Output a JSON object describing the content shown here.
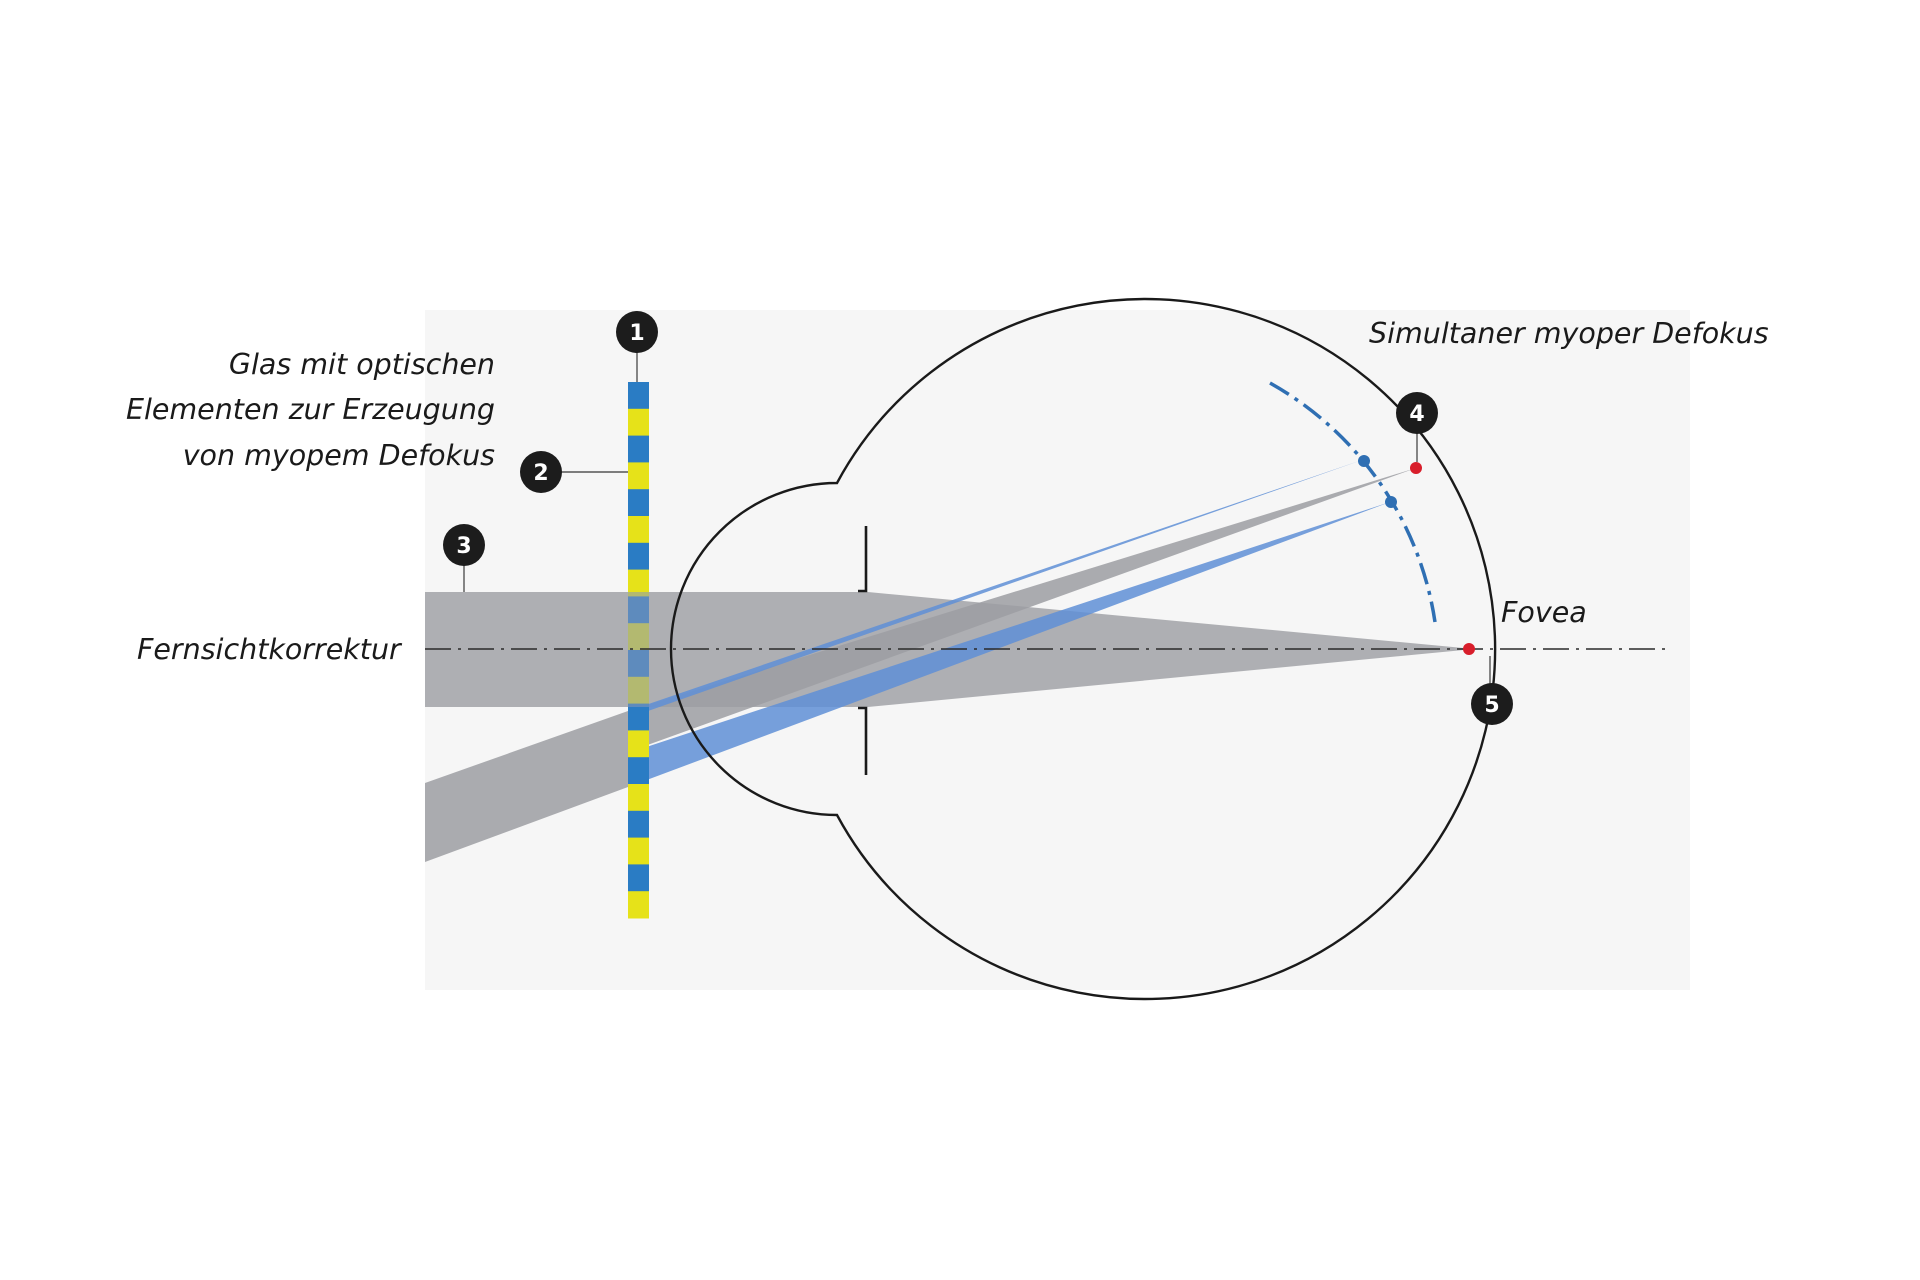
{
  "labels": {
    "lens_line1": "Glas mit optischen",
    "lens_line2": "Elementen zur Erzeugung",
    "lens_line3": "von myopem Defokus",
    "distance_correction": "Fernsichtkorrektur",
    "simultaneous_defocus": "Simultaner myoper Defokus",
    "fovea": "Fovea"
  },
  "markers": [
    "1",
    "2",
    "3",
    "4",
    "5"
  ],
  "colors": {
    "lens_blue": "#2a7cc4",
    "lens_yellow": "#e6e219",
    "beam_gray": "#9c9ea2",
    "beam_blue": "#5f8fd6",
    "focus_red": "#d81e2b",
    "defocus_blue": "#2f6fb3",
    "badge": "#1c1c1c",
    "outline": "#1a1a1a"
  }
}
